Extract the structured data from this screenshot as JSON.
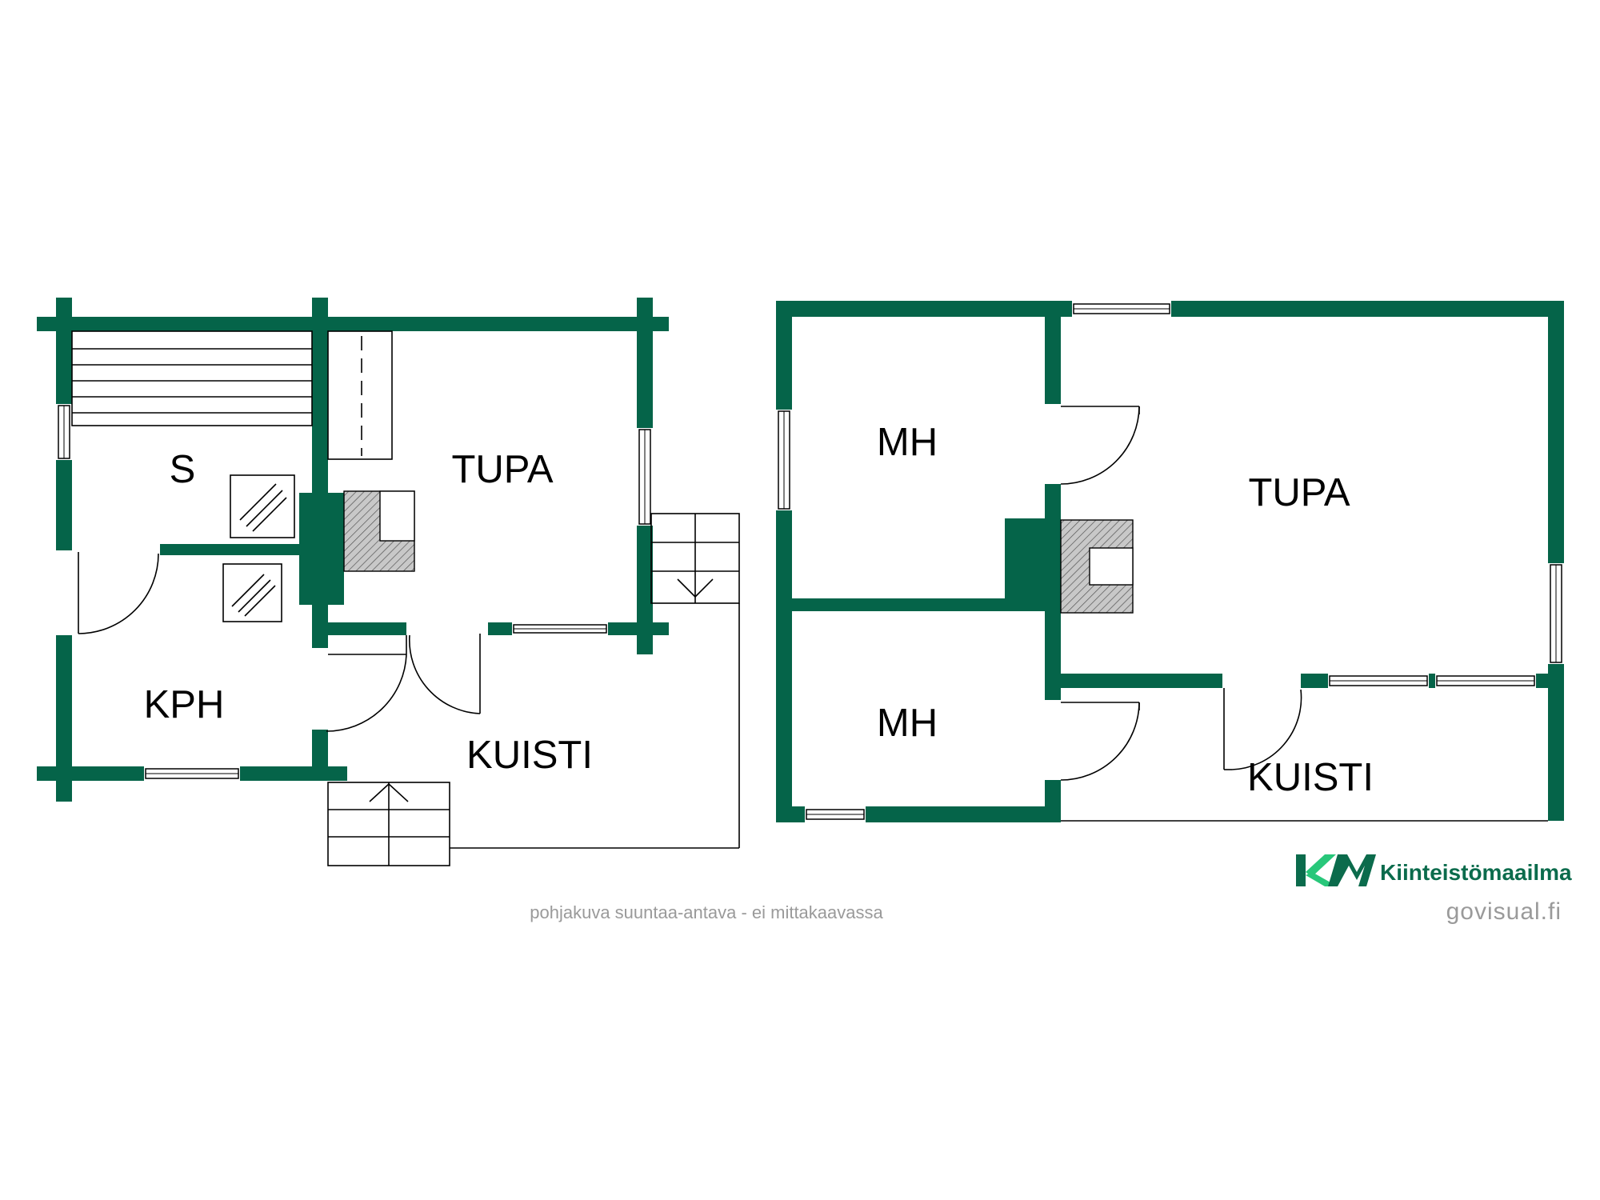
{
  "colors": {
    "wall": "#056449",
    "logo_green": "#28c77a",
    "logo_dark": "#0b6b4c",
    "footer_text": "#9a9a9a"
  },
  "left_plan": {
    "rooms": {
      "sauna": "S",
      "living": "TUPA",
      "bathroom": "KPH",
      "porch": "KUISTI"
    }
  },
  "right_plan": {
    "rooms": {
      "bedroom_top": "MH",
      "living": "TUPA",
      "bedroom_bottom": "MH",
      "porch": "KUISTI"
    }
  },
  "footer": {
    "disclaimer": "pohjakuva suuntaa-antava - ei mittakaavassa",
    "brand_name": "Kiinteistömaailma",
    "brand_logo_letters": "KM",
    "credit": "govisual.fi"
  }
}
